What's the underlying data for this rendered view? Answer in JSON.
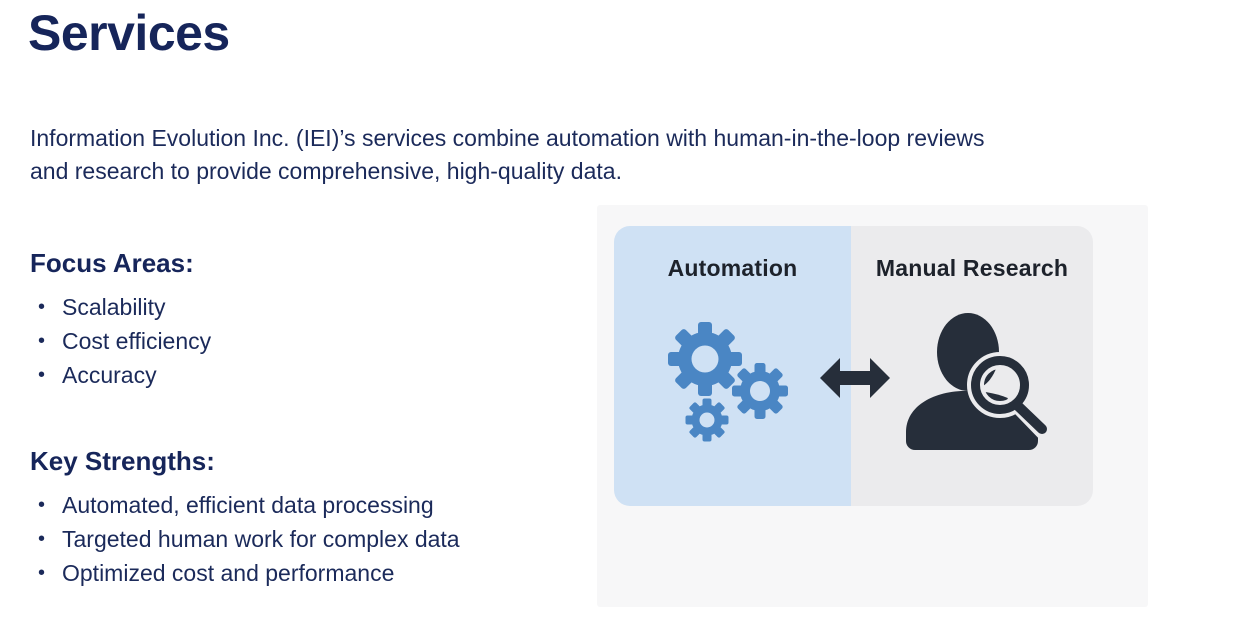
{
  "page": {
    "title": "Services",
    "intro_lines": [
      "Information Evolution Inc. (IEI)’s services combine automation with human-in-the-loop reviews",
      "and research to provide comprehensive, high-quality data."
    ]
  },
  "focus_areas": {
    "heading": "Focus Areas:",
    "items": [
      "Scalability",
      "Cost efficiency",
      "Accuracy"
    ]
  },
  "key_strengths": {
    "heading": "Key Strengths:",
    "items": [
      "Automated, efficient data processing",
      "Targeted human work for complex data",
      "Optimized cost and performance"
    ]
  },
  "diagram": {
    "left_label": "Automation",
    "right_label": "Manual Research",
    "icons": {
      "left": "gears-icon",
      "connector": "double-arrow-icon",
      "right": "person-magnifier-icon"
    },
    "colors": {
      "card_background": "#f7f7f8",
      "left_panel": "#cfe1f4",
      "right_panel": "#ebebed",
      "gear_blue": "#4a86c4",
      "icon_dark": "#262e3a",
      "label_text": "#1d222b"
    }
  },
  "colors": {
    "text_navy": "#1b2a5a",
    "heading_navy": "#16255a",
    "page_background": "#ffffff"
  }
}
